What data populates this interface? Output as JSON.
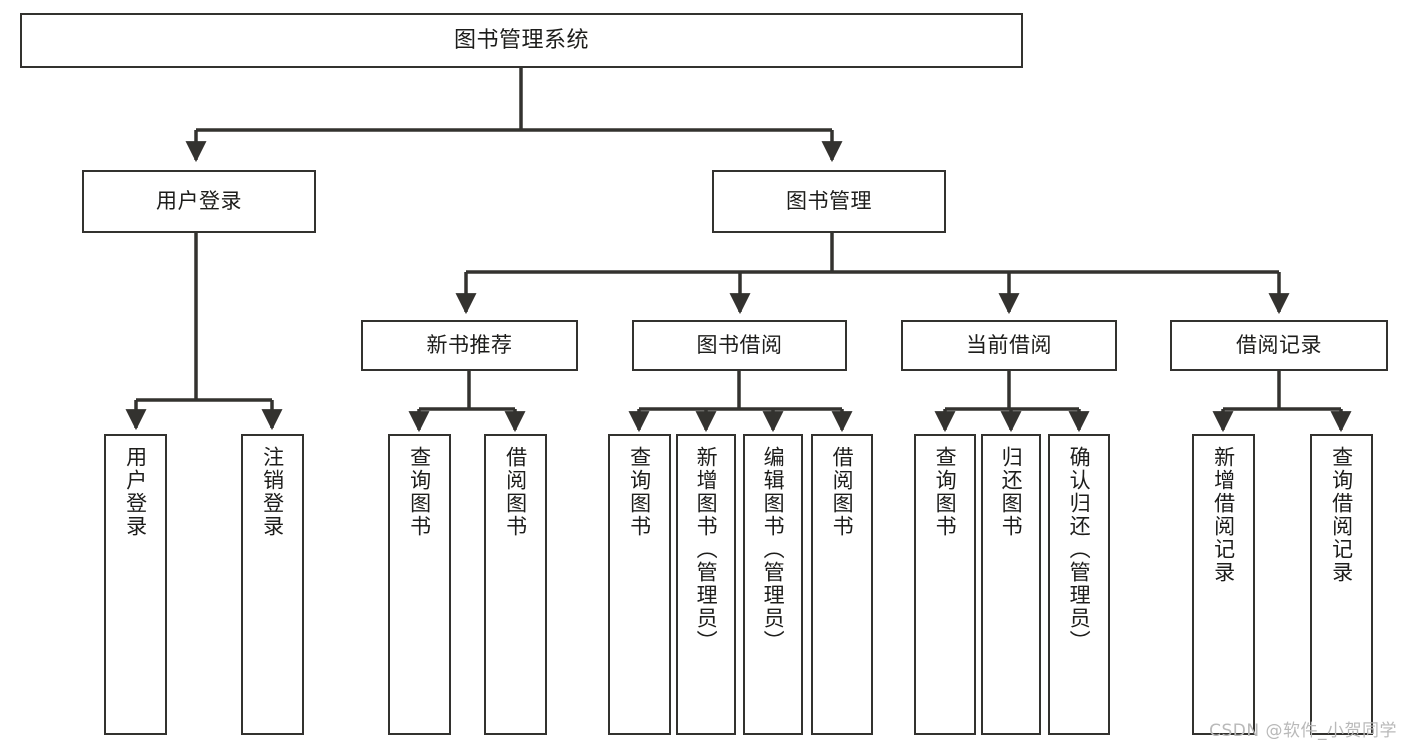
{
  "diagram": {
    "title": "图书管理系统",
    "type": "hierarchy-tree",
    "background_color": "#ffffff",
    "box_border_color": "#33322f",
    "text_color": "#1d1d1b",
    "root": {
      "id": "root",
      "label": "图书管理系统"
    },
    "level2": [
      {
        "id": "user-login",
        "label": "用户登录"
      },
      {
        "id": "book-management",
        "label": "图书管理"
      }
    ],
    "level3": [
      {
        "id": "new-book-recommend",
        "label": "新书推荐",
        "parent": "book-management"
      },
      {
        "id": "book-borrow",
        "label": "图书借阅",
        "parent": "book-management"
      },
      {
        "id": "current-borrow",
        "label": "当前借阅",
        "parent": "book-management"
      },
      {
        "id": "borrow-record",
        "label": "借阅记录",
        "parent": "book-management"
      }
    ],
    "leaves": [
      {
        "id": "leaf-user-login",
        "label": "用户登录",
        "parent": "user-login"
      },
      {
        "id": "leaf-logout-login",
        "label": "注销登录",
        "parent": "user-login"
      },
      {
        "id": "leaf-query-book-1",
        "label": "查询图书",
        "parent": "new-book-recommend"
      },
      {
        "id": "leaf-borrow-book-1",
        "label": "借阅图书",
        "parent": "new-book-recommend"
      },
      {
        "id": "leaf-query-book-2",
        "label": "查询图书",
        "parent": "book-borrow"
      },
      {
        "id": "leaf-add-book",
        "label": "新增图书（管理员）",
        "parent": "book-borrow"
      },
      {
        "id": "leaf-edit-book",
        "label": "编辑图书（管理员）",
        "parent": "book-borrow"
      },
      {
        "id": "leaf-borrow-book-2",
        "label": "借阅图书",
        "parent": "book-borrow"
      },
      {
        "id": "leaf-query-book-3",
        "label": "查询图书",
        "parent": "current-borrow"
      },
      {
        "id": "leaf-return-book",
        "label": "归还图书",
        "parent": "current-borrow"
      },
      {
        "id": "leaf-confirm-return",
        "label": "确认归还（管理员）",
        "parent": "current-borrow"
      },
      {
        "id": "leaf-add-record",
        "label": "新增借阅记录",
        "parent": "borrow-record"
      },
      {
        "id": "leaf-query-record",
        "label": "查询借阅记录",
        "parent": "borrow-record"
      }
    ]
  },
  "watermark": {
    "text": "CSDN @软件_小贺同学"
  }
}
